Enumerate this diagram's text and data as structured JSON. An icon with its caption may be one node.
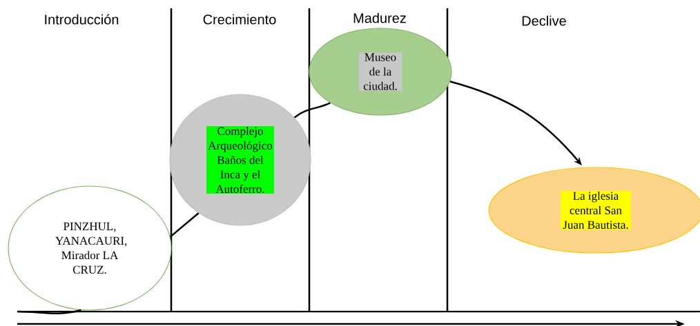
{
  "diagram": {
    "nodes": [
      {
        "text": [
          "PINZHUL, YANACAURI, Mirador LA CRUZ."
        ]
      },
      {
        "text": [
          "Complejo Arqueológico Baños del Inca y el Autoferro."
        ]
      },
      {
        "text": [
          "Museo de la ciudad."
        ]
      },
      {
        "text": [
          "La iglesia central San Juan Bautista."
        ]
      }
    ],
    "edges": [
      {
        "from": null,
        "to": 0,
        "arrow": "none"
      },
      {
        "from": 0,
        "to": 1,
        "arrow": "none"
      },
      {
        "from": 1,
        "to": 2,
        "arrow": "none"
      },
      {
        "from": 2,
        "to": 3,
        "arrow": "to"
      }
    ],
    "labels": [
      "Introducción",
      "Crecimiento",
      "Madurez",
      "Declive"
    ]
  }
}
